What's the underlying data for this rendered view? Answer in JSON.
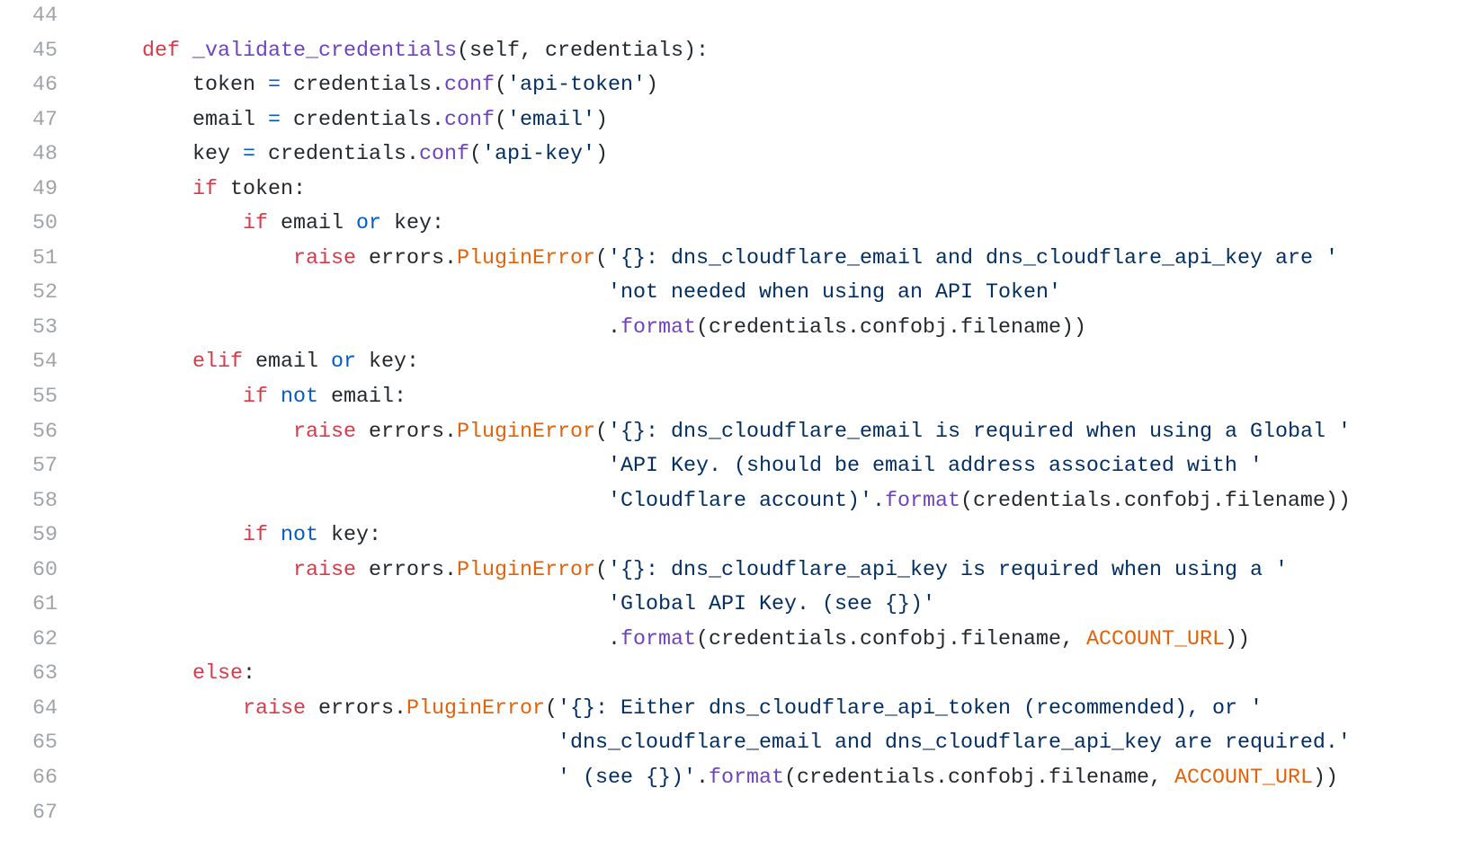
{
  "colors": {
    "keyword": "#d73a49",
    "function": "#6f42c1",
    "string": "#032f62",
    "operator": "#005cc5",
    "constant": "#e36209",
    "text": "#24292e",
    "line_number": "#a0a4a9"
  },
  "lines": [
    {
      "n": "44",
      "tokens": []
    },
    {
      "n": "45",
      "tokens": [
        [
          "t",
          "    "
        ],
        [
          "k",
          "def"
        ],
        [
          "t",
          " "
        ],
        [
          "f",
          "_validate_credentials"
        ],
        [
          "t",
          "(self, credentials):"
        ]
      ]
    },
    {
      "n": "46",
      "tokens": [
        [
          "t",
          "        token "
        ],
        [
          "o",
          "="
        ],
        [
          "t",
          " credentials."
        ],
        [
          "f",
          "conf"
        ],
        [
          "t",
          "("
        ],
        [
          "s",
          "'api-token'"
        ],
        [
          "t",
          ")"
        ]
      ]
    },
    {
      "n": "47",
      "tokens": [
        [
          "t",
          "        email "
        ],
        [
          "o",
          "="
        ],
        [
          "t",
          " credentials."
        ],
        [
          "f",
          "conf"
        ],
        [
          "t",
          "("
        ],
        [
          "s",
          "'email'"
        ],
        [
          "t",
          ")"
        ]
      ]
    },
    {
      "n": "48",
      "tokens": [
        [
          "t",
          "        key "
        ],
        [
          "o",
          "="
        ],
        [
          "t",
          " credentials."
        ],
        [
          "f",
          "conf"
        ],
        [
          "t",
          "("
        ],
        [
          "s",
          "'api-key'"
        ],
        [
          "t",
          ")"
        ]
      ]
    },
    {
      "n": "49",
      "tokens": [
        [
          "t",
          "        "
        ],
        [
          "k",
          "if"
        ],
        [
          "t",
          " token:"
        ]
      ]
    },
    {
      "n": "50",
      "tokens": [
        [
          "t",
          "            "
        ],
        [
          "k",
          "if"
        ],
        [
          "t",
          " email "
        ],
        [
          "o",
          "or"
        ],
        [
          "t",
          " key:"
        ]
      ]
    },
    {
      "n": "51",
      "tokens": [
        [
          "t",
          "                "
        ],
        [
          "k",
          "raise"
        ],
        [
          "t",
          " errors."
        ],
        [
          "c",
          "PluginError"
        ],
        [
          "t",
          "("
        ],
        [
          "s",
          "'{}: dns_cloudflare_email and dns_cloudflare_api_key are '"
        ]
      ]
    },
    {
      "n": "52",
      "tokens": [
        [
          "t",
          "                                         "
        ],
        [
          "s",
          "'not needed when using an API Token'"
        ]
      ]
    },
    {
      "n": "53",
      "tokens": [
        [
          "t",
          "                                         ."
        ],
        [
          "f",
          "format"
        ],
        [
          "t",
          "(credentials.confobj.filename))"
        ]
      ]
    },
    {
      "n": "54",
      "tokens": [
        [
          "t",
          "        "
        ],
        [
          "k",
          "elif"
        ],
        [
          "t",
          " email "
        ],
        [
          "o",
          "or"
        ],
        [
          "t",
          " key:"
        ]
      ]
    },
    {
      "n": "55",
      "tokens": [
        [
          "t",
          "            "
        ],
        [
          "k",
          "if"
        ],
        [
          "t",
          " "
        ],
        [
          "o",
          "not"
        ],
        [
          "t",
          " email:"
        ]
      ]
    },
    {
      "n": "56",
      "tokens": [
        [
          "t",
          "                "
        ],
        [
          "k",
          "raise"
        ],
        [
          "t",
          " errors."
        ],
        [
          "c",
          "PluginError"
        ],
        [
          "t",
          "("
        ],
        [
          "s",
          "'{}: dns_cloudflare_email is required when using a Global '"
        ]
      ]
    },
    {
      "n": "57",
      "tokens": [
        [
          "t",
          "                                         "
        ],
        [
          "s",
          "'API Key. (should be email address associated with '"
        ]
      ]
    },
    {
      "n": "58",
      "tokens": [
        [
          "t",
          "                                         "
        ],
        [
          "s",
          "'Cloudflare account)'"
        ],
        [
          "t",
          "."
        ],
        [
          "f",
          "format"
        ],
        [
          "t",
          "(credentials.confobj.filename))"
        ]
      ]
    },
    {
      "n": "59",
      "tokens": [
        [
          "t",
          "            "
        ],
        [
          "k",
          "if"
        ],
        [
          "t",
          " "
        ],
        [
          "o",
          "not"
        ],
        [
          "t",
          " key:"
        ]
      ]
    },
    {
      "n": "60",
      "tokens": [
        [
          "t",
          "                "
        ],
        [
          "k",
          "raise"
        ],
        [
          "t",
          " errors."
        ],
        [
          "c",
          "PluginError"
        ],
        [
          "t",
          "("
        ],
        [
          "s",
          "'{}: dns_cloudflare_api_key is required when using a '"
        ]
      ]
    },
    {
      "n": "61",
      "tokens": [
        [
          "t",
          "                                         "
        ],
        [
          "s",
          "'Global API Key. (see {})'"
        ]
      ]
    },
    {
      "n": "62",
      "tokens": [
        [
          "t",
          "                                         ."
        ],
        [
          "f",
          "format"
        ],
        [
          "t",
          "(credentials.confobj.filename, "
        ],
        [
          "c",
          "ACCOUNT_URL"
        ],
        [
          "t",
          "))"
        ]
      ]
    },
    {
      "n": "63",
      "tokens": [
        [
          "t",
          "        "
        ],
        [
          "k",
          "else"
        ],
        [
          "t",
          ":"
        ]
      ]
    },
    {
      "n": "64",
      "tokens": [
        [
          "t",
          "            "
        ],
        [
          "k",
          "raise"
        ],
        [
          "t",
          " errors."
        ],
        [
          "c",
          "PluginError"
        ],
        [
          "t",
          "("
        ],
        [
          "s",
          "'{}: Either dns_cloudflare_api_token (recommended), or '"
        ]
      ]
    },
    {
      "n": "65",
      "tokens": [
        [
          "t",
          "                                     "
        ],
        [
          "s",
          "'dns_cloudflare_email and dns_cloudflare_api_key are required.'"
        ]
      ]
    },
    {
      "n": "66",
      "tokens": [
        [
          "t",
          "                                     "
        ],
        [
          "s",
          "' (see {})'"
        ],
        [
          "t",
          "."
        ],
        [
          "f",
          "format"
        ],
        [
          "t",
          "(credentials.confobj.filename, "
        ],
        [
          "c",
          "ACCOUNT_URL"
        ],
        [
          "t",
          "))"
        ]
      ]
    },
    {
      "n": "67",
      "tokens": []
    }
  ]
}
